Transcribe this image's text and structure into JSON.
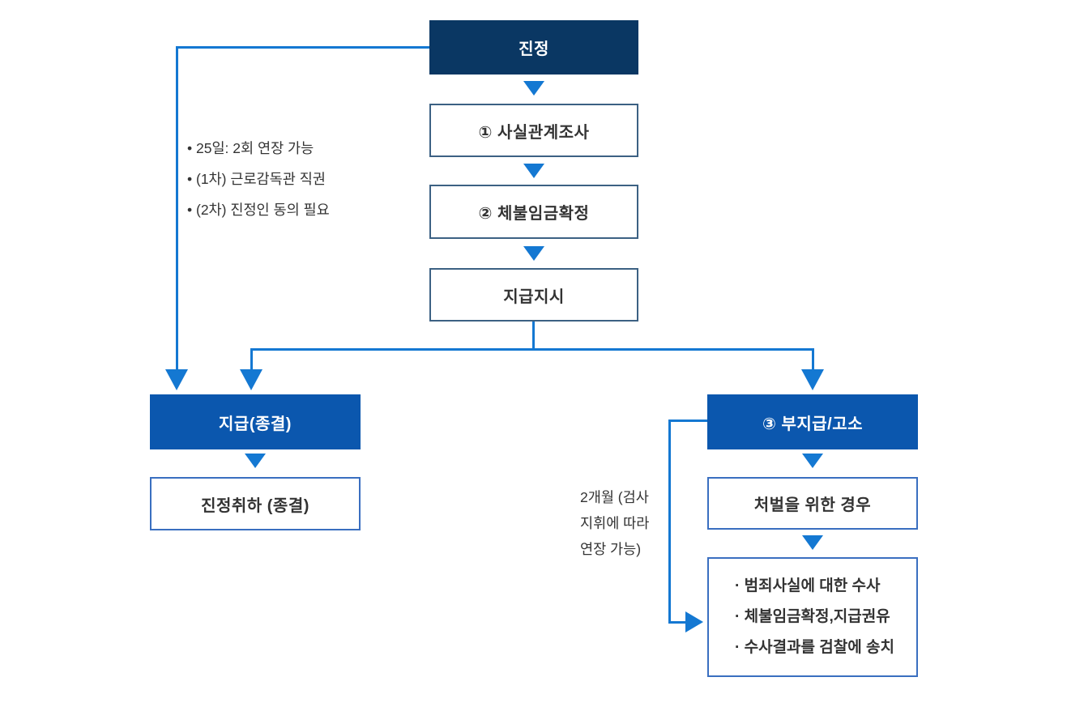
{
  "colors": {
    "dark_navy": "#0a3763",
    "primary_blue": "#0b57ae",
    "line_blue": "#1478d2",
    "outline_navy": "#3c6183",
    "outline_blue": "#3a6fc0",
    "text_dark": "#333333"
  },
  "flow": {
    "start": "진정",
    "steps": [
      "① 사실관계조사",
      "② 체불임금확정",
      "지급지시"
    ],
    "left_branch": {
      "result": "지급(종결)",
      "followup": "진정취하 (종결)"
    },
    "right_branch": {
      "result": "③ 부지급/고소",
      "followup": "처벌을 위한 경우",
      "details": [
        "· 범죄사실에 대한 수사",
        "· 체불임금확정,지급권유",
        "· 수사결과를 검찰에 송치"
      ]
    },
    "notes": {
      "left_lines": [
        "• 25일: 2회 연장 가능",
        "• (1차) 근로감독관 직권",
        "• (2차) 진정인 동의 필요"
      ],
      "right_lines": [
        "2개월 (검사",
        "지휘에 따라",
        "연장 가능)"
      ]
    }
  }
}
